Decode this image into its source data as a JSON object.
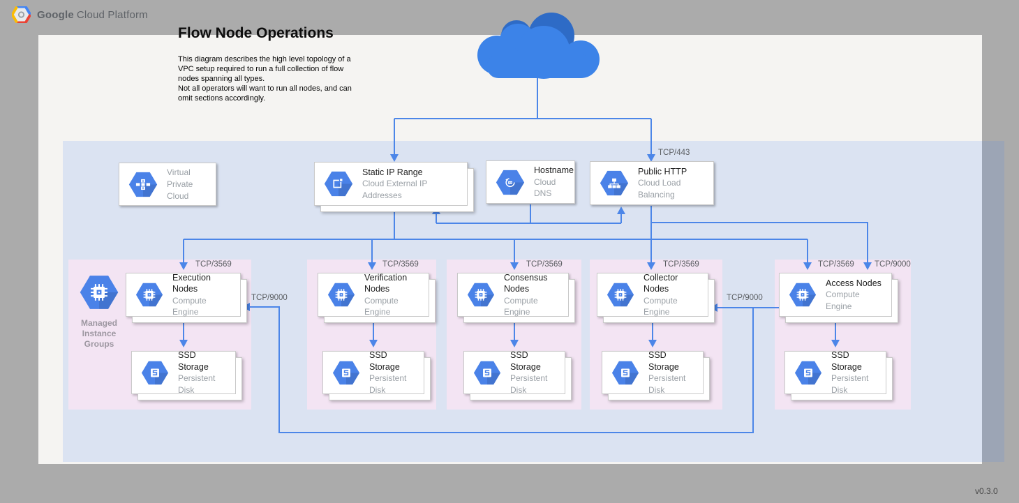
{
  "header": {
    "brand_bold": "Google",
    "brand_rest": "Cloud Platform",
    "logo_icon": "google-cloud-hexagon-logo"
  },
  "title": "Flow Node Operations",
  "description": "This diagram describes the high level topology of a\nVPC setup required to run a full collection of flow\nnodes spanning all types.\nNot all operators will want to run all nodes, and can\nomit sections accordingly.",
  "version": "v0.3.0",
  "colors": {
    "page_bg": "#ababab",
    "canvas_bg": "#f5f4f2",
    "vpc_fill": "rgba(66,133,244,0.145)",
    "section_fill": "#f3e4f3",
    "connector_blue": "#4c86e8",
    "icon_blue": "#4a82e8",
    "cloud_front": "#3c83e8",
    "cloud_back": "#2e6bc6",
    "title_text": "#212121",
    "subtitle_text": "#9aa0a6"
  },
  "cloud": {
    "icon": "internet-cloud-icon"
  },
  "vpc_card": {
    "label": "Virtual\nPrivate Cloud",
    "icon": "virtual-private-cloud-icon"
  },
  "top_cards": {
    "static_ip": {
      "title": "Static IP Range",
      "subtitle": "Cloud External IP Addresses",
      "icon": "external-ip-icon"
    },
    "hostname": {
      "title": "Hostname",
      "subtitle": "Cloud DNS",
      "icon": "cloud-dns-icon"
    },
    "public_http": {
      "title": "Public HTTP",
      "subtitle": "Cloud Load Balancing",
      "icon": "cloud-load-balancing-icon"
    }
  },
  "mig": {
    "label": "Managed\nInstance\nGroups",
    "icon": "compute-engine-icon"
  },
  "sections": [
    {
      "title": "Execution Nodes",
      "subtitle": "Compute Engine",
      "port_label": "TCP/3569",
      "node_icon": "compute-engine-icon",
      "storage_title": "SSD Storage",
      "storage_subtitle": "Persistent Disk",
      "storage_icon": "persistent-disk-icon"
    },
    {
      "title": "Verification Nodes",
      "subtitle": "Compute Engine",
      "port_label": "TCP/3569",
      "node_icon": "compute-engine-icon",
      "storage_title": "SSD Storage",
      "storage_subtitle": "Persistent Disk",
      "storage_icon": "persistent-disk-icon"
    },
    {
      "title": "Consensus Nodes",
      "subtitle": "Compute Engine",
      "port_label": "TCP/3569",
      "node_icon": "compute-engine-icon",
      "storage_title": "SSD Storage",
      "storage_subtitle": "Persistent Disk",
      "storage_icon": "persistent-disk-icon"
    },
    {
      "title": "Collector Nodes",
      "subtitle": "Compute Engine",
      "port_label": "TCP/3569",
      "node_icon": "compute-engine-icon",
      "storage_title": "SSD Storage",
      "storage_subtitle": "Persistent Disk",
      "storage_icon": "persistent-disk-icon"
    },
    {
      "title": "Access Nodes",
      "subtitle": "Compute Engine",
      "port_label": "TCP/3569",
      "node_icon": "compute-engine-icon",
      "storage_title": "SSD Storage",
      "storage_subtitle": "Persistent Disk",
      "storage_icon": "persistent-disk-icon"
    }
  ],
  "edge_labels": {
    "tcp443_into_load_balancer": "TCP/443",
    "tcp9000_into_access": "TCP/9000",
    "tcp9000_into_collector": "TCP/9000",
    "tcp9000_into_execution": "TCP/9000"
  }
}
